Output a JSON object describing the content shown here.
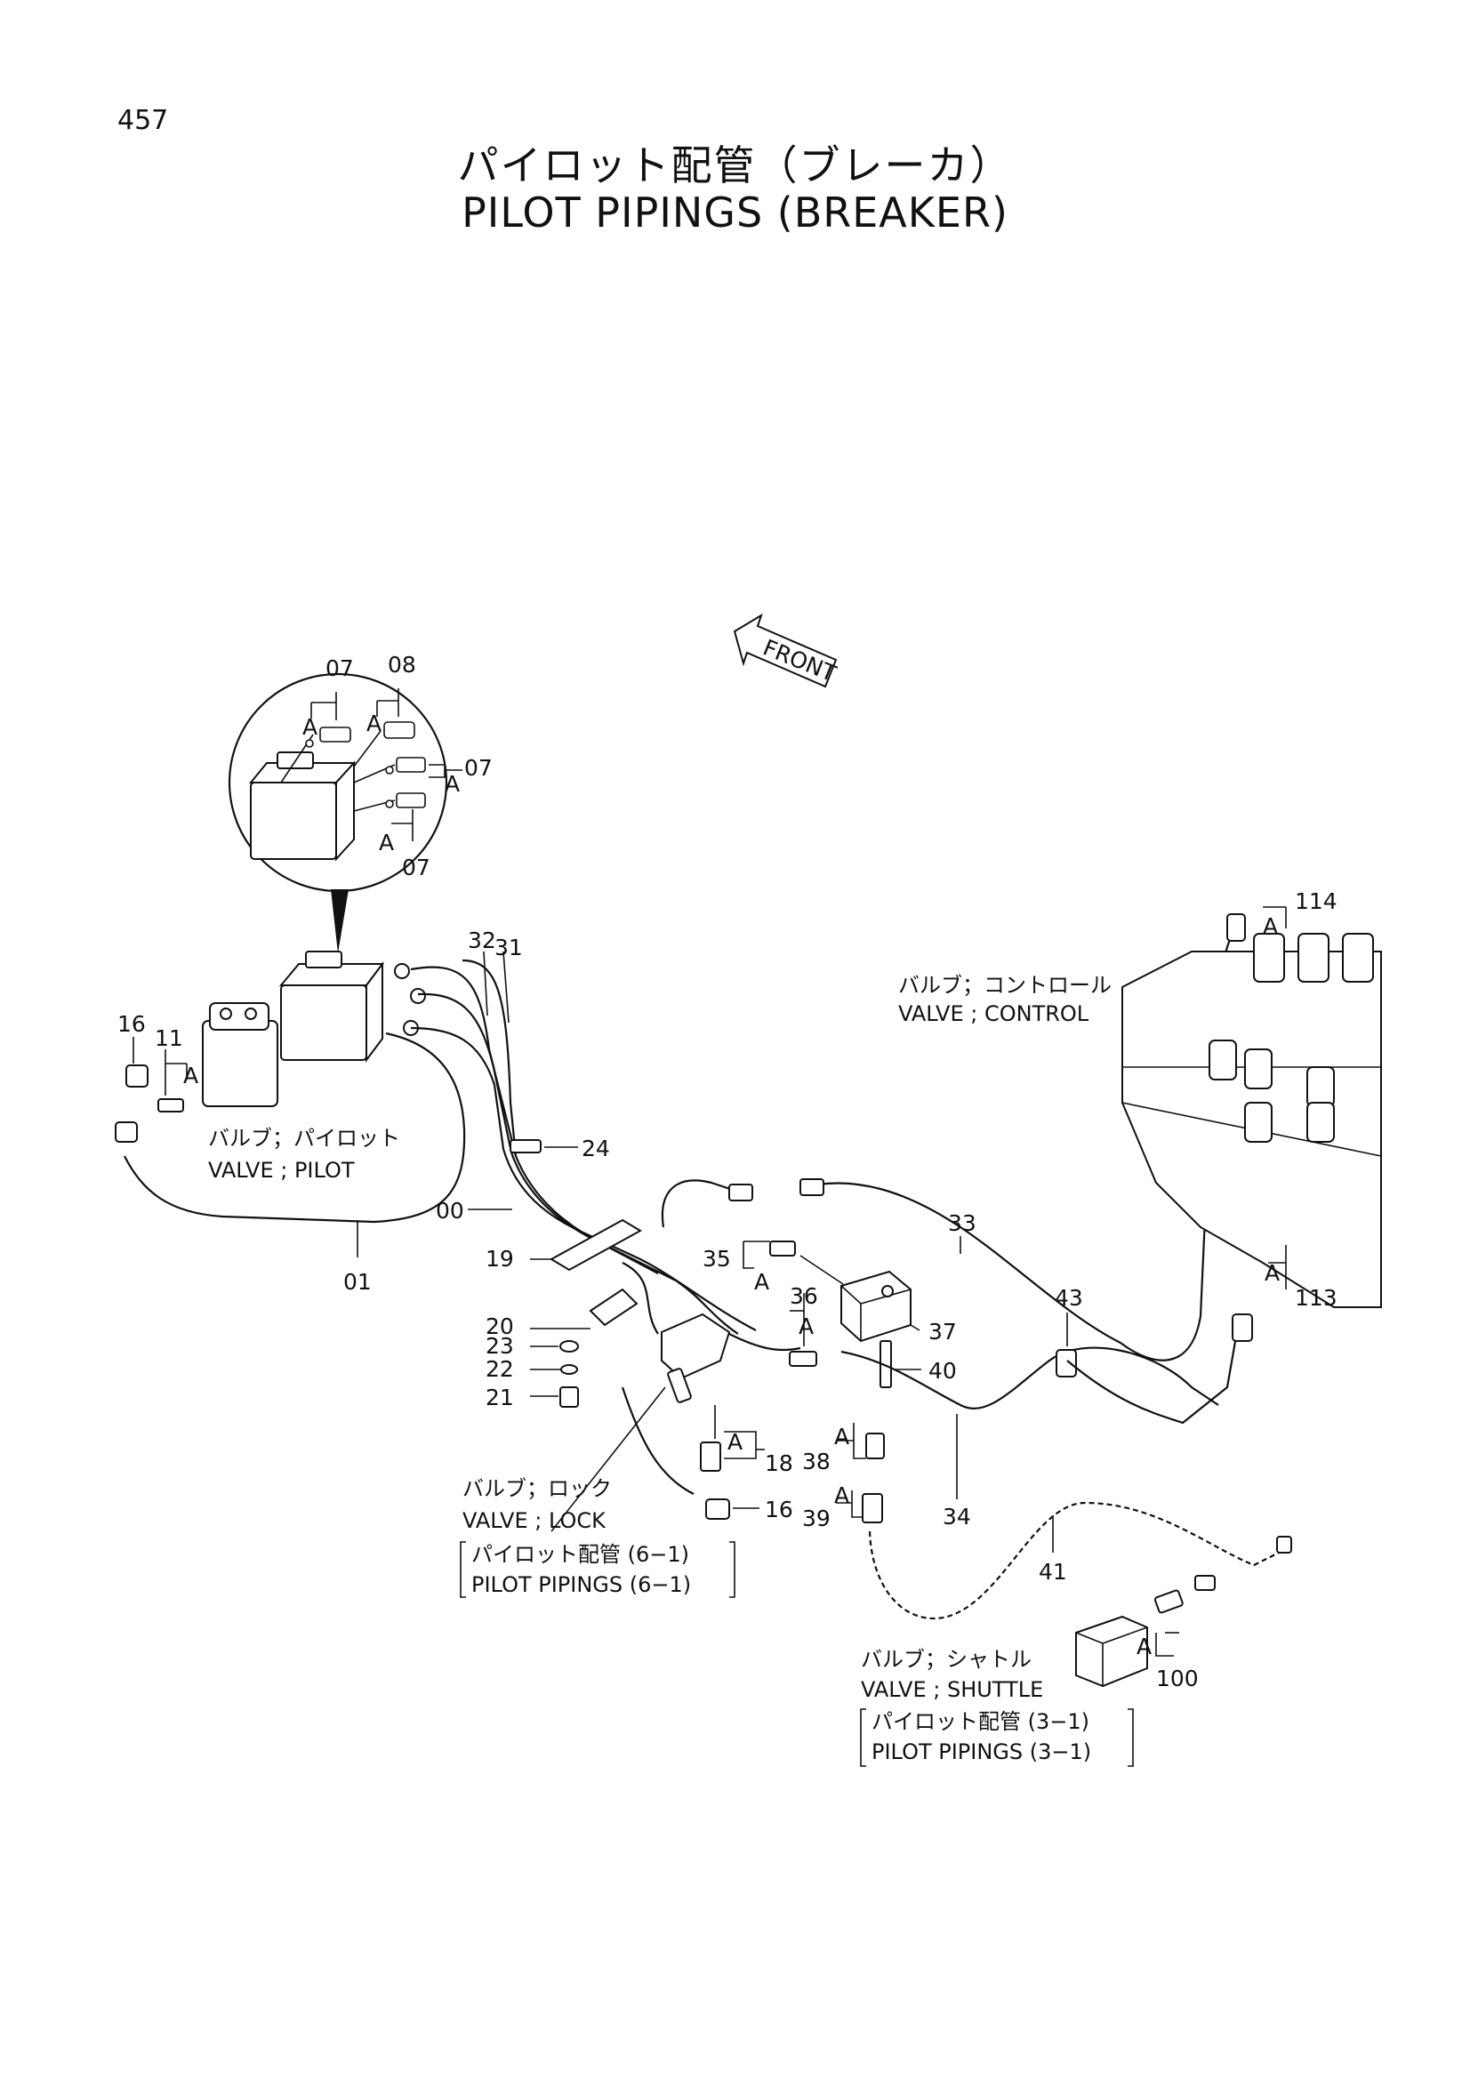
{
  "page_number": "457",
  "title_jp": "パイロット配管（ブレーカ）",
  "title_en": "PILOT PIPINGS (BREAKER)",
  "front_label": "FRONT",
  "parts": {
    "p07a": "07",
    "p08": "08",
    "p07b": "07",
    "p07c": "07",
    "pA1": "A",
    "pA2": "A",
    "pA3": "A",
    "pA4": "A",
    "p32": "32",
    "p31": "31",
    "p16a": "16",
    "p11": "11",
    "pA5": "A",
    "p24": "24",
    "p00": "00",
    "p01": "01",
    "p19": "19",
    "p20": "20",
    "p23": "23",
    "p22": "22",
    "p21": "21",
    "p35": "35",
    "pA6": "A",
    "p36": "36",
    "pA7": "A",
    "p37": "37",
    "p40": "40",
    "p33": "33",
    "p43": "43",
    "p114": "114",
    "pA8": "A",
    "p113": "113",
    "pA9": "A",
    "p18": "18",
    "pA10": "A",
    "p16b": "16",
    "p38": "38",
    "pA11": "A",
    "p39": "39",
    "pA12": "A",
    "p34": "34",
    "p41": "41",
    "p100": "100",
    "pA13": "A"
  },
  "captions": {
    "control_jp": "バルブ；コントロール",
    "control_en": "VALVE ; CONTROL",
    "pilot_jp": "バルブ；パイロット",
    "pilot_en": "VALVE ; PILOT",
    "lock_jp": "バルブ；ロック",
    "lock_en": "VALVE ; LOCK",
    "lock_ref_jp": "パイロット配管 (6−1)",
    "lock_ref_en": "PILOT PIPINGS (6−1)",
    "shuttle_jp": "バルブ；シャトル",
    "shuttle_en": "VALVE ; SHUTTLE",
    "shuttle_ref_jp": "パイロット配管 (3−1)",
    "shuttle_ref_en": "PILOT PIPINGS (3−1)"
  }
}
